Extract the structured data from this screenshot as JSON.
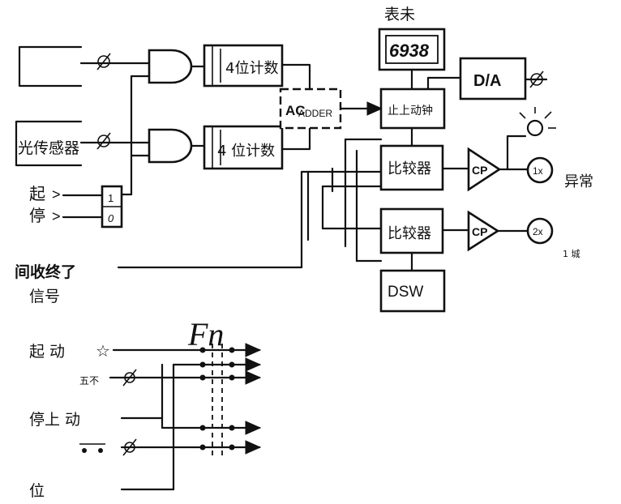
{
  "labels": {
    "display_title": "表未",
    "display_digits": "6938",
    "da": "D/A",
    "photo_sensor": "光传感器",
    "counter_top": "4位计数",
    "counter_bottom": "4 位计数",
    "adder": "ADDER",
    "adder_ac": "AC",
    "stop_clock": "止上动钟",
    "comparator_1": "比较器",
    "comparator_2": "比较器",
    "cp_1": "CP",
    "cp_2": "CP",
    "alarm_1": "1x",
    "alarm_2": "2x",
    "abnormal": "异常",
    "right_note": "1 城",
    "dsw": "DSW",
    "start_in": "起",
    "stop_in": "停",
    "arrow": ">",
    "ff_top": "1",
    "ff_bottom": "0",
    "time_end_signal_1": "间收终了",
    "time_end_signal_2": "信号",
    "start_motion": "起  动",
    "star": "☆",
    "switch_note": "五不",
    "stop_motion": "停上  动",
    "reset": "位",
    "fn": "Fn"
  }
}
